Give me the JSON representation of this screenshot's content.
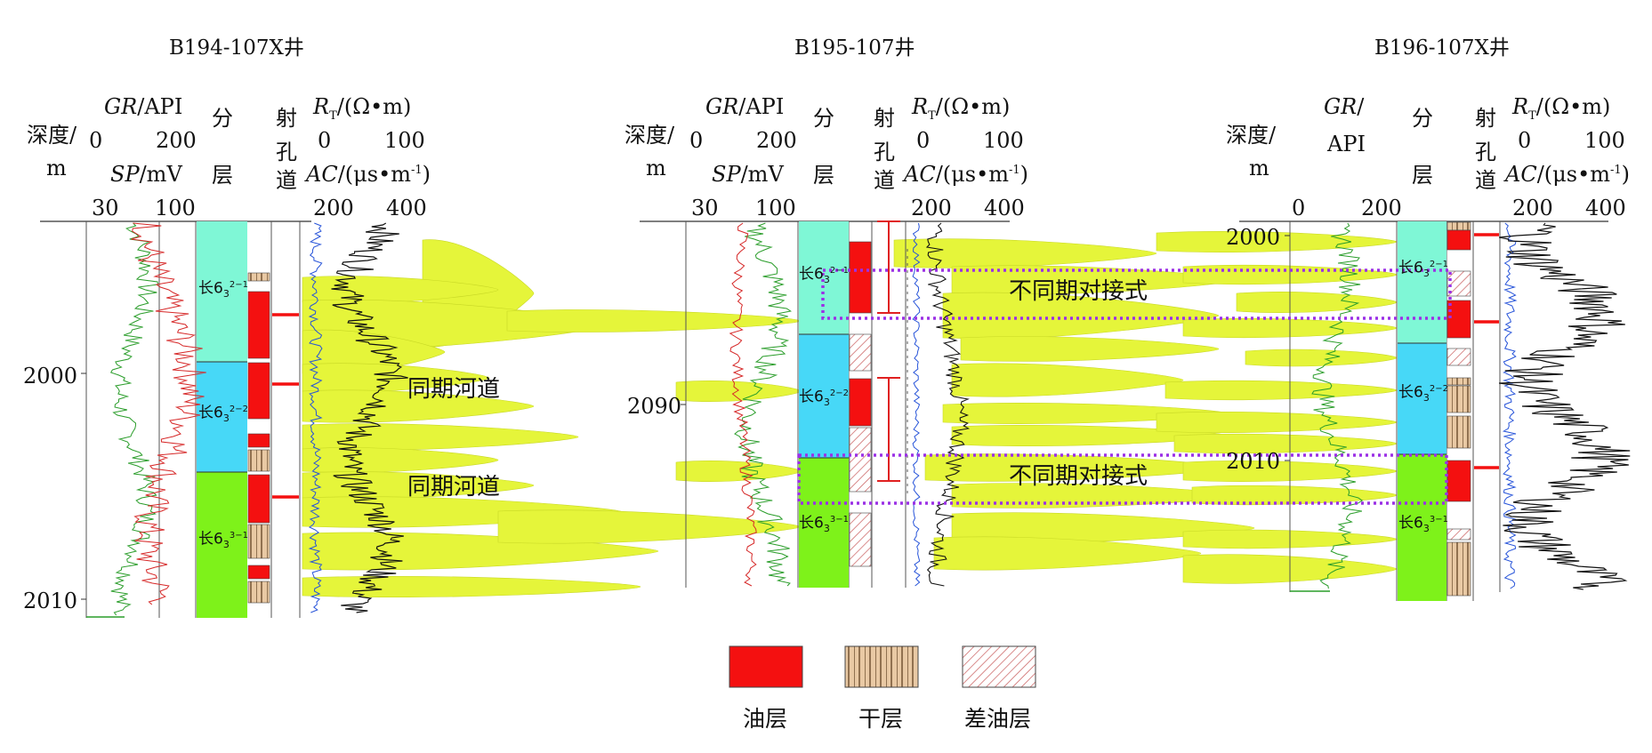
{
  "wells": [
    {
      "name": "B194-107X井"
    },
    {
      "name": "B195-107井"
    },
    {
      "name": "B196-107X井"
    }
  ],
  "headers": {
    "depth": "深度/",
    "depth_unit": "m",
    "gr": "GR",
    "gr_unit": "/API",
    "gr_unit_split": "/",
    "gr_unit_api": "API",
    "sp": "SP",
    "sp_unit": "/mV",
    "layer_a": "分",
    "layer_b": "层",
    "perf_a": "射",
    "perf_b": "孔",
    "perf_c": "道",
    "rt": "R",
    "rt_sub": "T",
    "rt_unit": "/(Ω•m)",
    "ac": "AC",
    "ac_unit": "/(μs•m",
    "ac_sup": "-1",
    "ac_close": ")"
  },
  "scales": {
    "gr": [
      "0",
      "200"
    ],
    "sp": [
      "30",
      "100"
    ],
    "rt": [
      "0",
      "100"
    ],
    "ac": [
      "200",
      "400"
    ]
  },
  "depth_ticks": {
    "well1": [
      "2000",
      "2010"
    ],
    "well2": [
      "2090"
    ],
    "well3": [
      "2000",
      "2010"
    ]
  },
  "layers": {
    "l1": "长6",
    "l1_sub": "3",
    "l1_sup": "2−1",
    "l2_sup": "2−2",
    "l3_sup": "3−1"
  },
  "annotations": {
    "same_period_1": "同期河道",
    "same_period_2": "同期河道",
    "diff_period_1": "不同期对接式",
    "diff_period_2": "不同期对接式"
  },
  "legend": [
    {
      "label": "油层",
      "color": "#f41010"
    },
    {
      "label": "干层",
      "color": "#e9c9a4"
    },
    {
      "label": "差油层",
      "color": "#ffffff"
    }
  ],
  "colors": {
    "layer_upper": "#7ff7d6",
    "layer_middle": "#47d8f7",
    "layer_lower": "#7ef21a",
    "sandbody": "#e5f53a",
    "oil": "#f41010",
    "dry": "#e9c9a4",
    "annotation_box": "#9b30e6",
    "gr_curve": "#2a9d2a",
    "sp_curve": "#d62828",
    "ac_curve": "#2653d9",
    "rt_curve": "#111111"
  }
}
